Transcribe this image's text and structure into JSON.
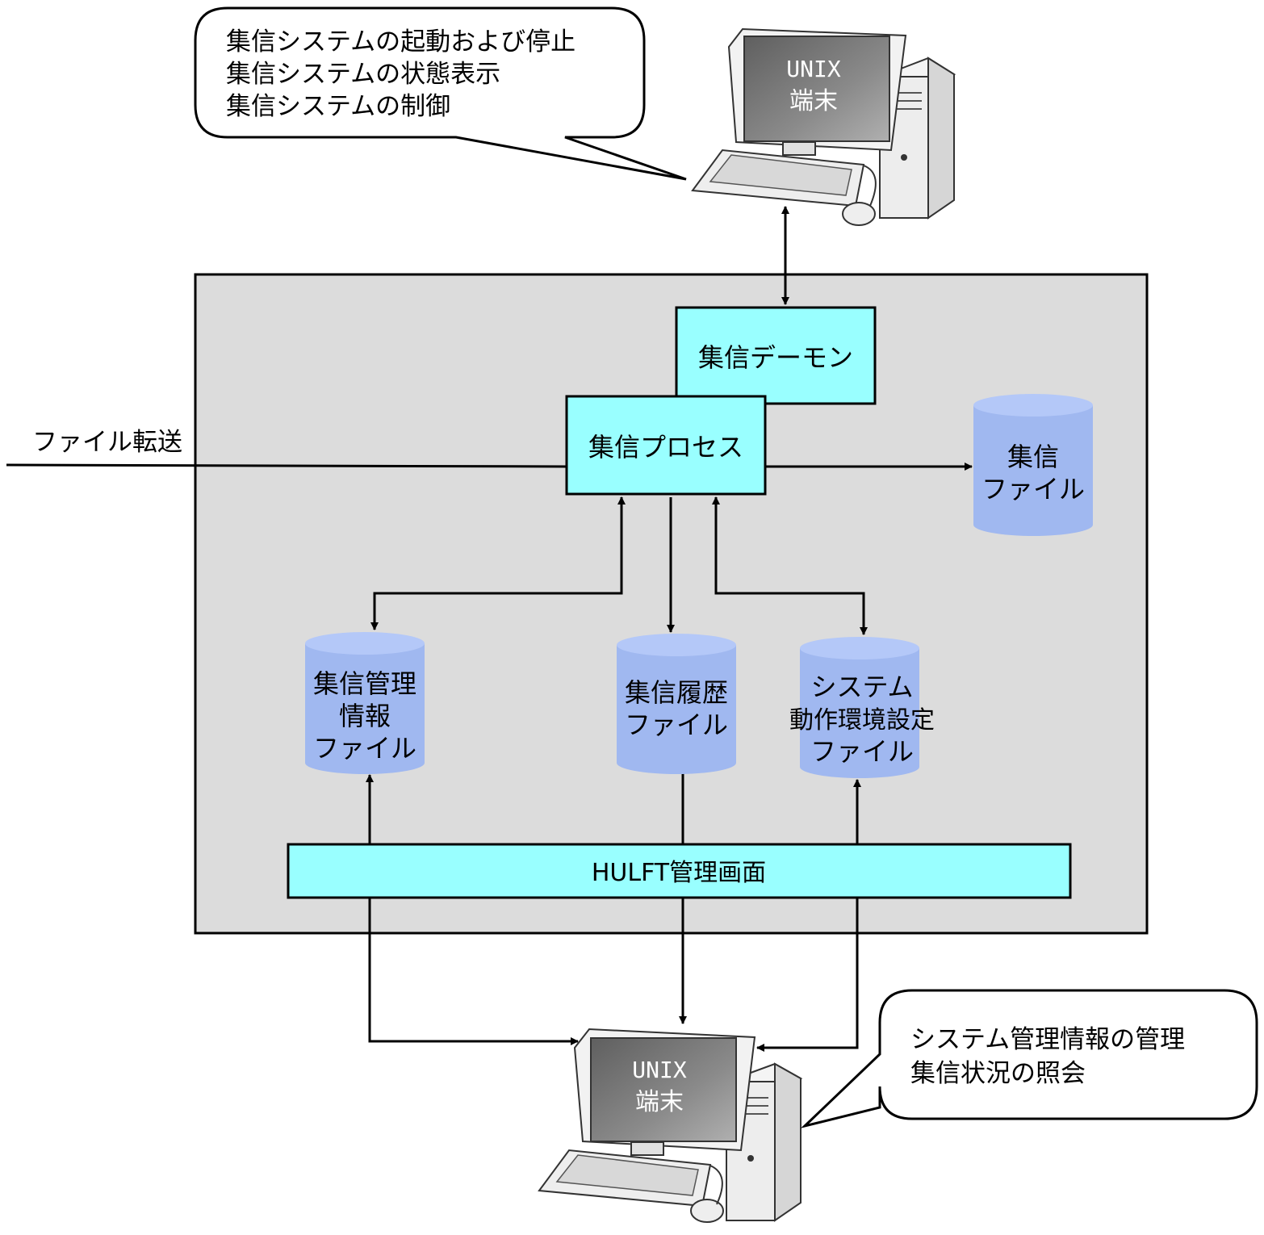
{
  "top_callout": {
    "lines": [
      "集信システムの起動および停止",
      "集信システムの状態表示",
      "集信システムの制御"
    ]
  },
  "top_terminal": {
    "line1": "UNIX",
    "line2": "端末"
  },
  "bottom_terminal": {
    "line1": "UNIX",
    "line2": "端末"
  },
  "bottom_callout": {
    "lines": [
      "システム管理情報の管理",
      "集信状況の照会"
    ]
  },
  "daemon_box": {
    "label": "集信デーモン"
  },
  "process_box": {
    "label": "集信プロセス"
  },
  "file_transfer": {
    "label": "ファイル転送"
  },
  "receive_file": {
    "lines": [
      "集信",
      "ファイル"
    ]
  },
  "mgmt_info_file": {
    "lines": [
      "集信管理",
      "情報",
      "ファイル"
    ]
  },
  "history_file": {
    "lines": [
      "集信履歴",
      "ファイル"
    ]
  },
  "sysenv_file": {
    "lines": [
      "システム",
      "動作環境設定",
      "ファイル"
    ]
  },
  "hulft_screen": {
    "label": "HULFT管理画面"
  },
  "colors": {
    "system_background": "#dcdcdc",
    "process_fill": "#99ffff",
    "cylinder_body": "#a0b8f0",
    "cylinder_top": "#b4c8f8",
    "monitor_screen": "#7a7a7a"
  }
}
